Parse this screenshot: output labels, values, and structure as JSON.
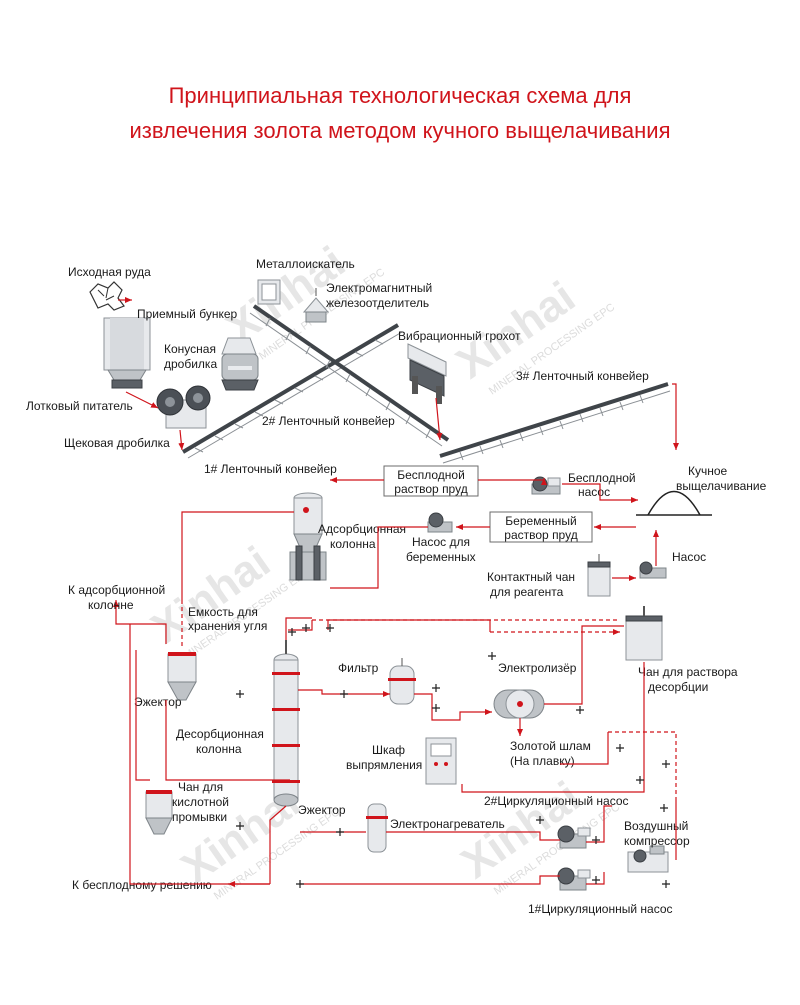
{
  "title": {
    "line1": "Принципиальная технологическая схема для",
    "line2": "извлечения золота методом кучного выщелачивания"
  },
  "colors": {
    "accent": "#d0141b",
    "flow_line": "#d0141b",
    "equipment": "#bfc3c7"
  },
  "watermark": {
    "brand": "Xinhai",
    "sub": "MINERAL PROCESSING EPC"
  },
  "labels": {
    "raw_ore": "Исходная руда",
    "metal_detector": "Металлоискатель",
    "magnetic_separator_1": "Электромагнитный",
    "magnetic_separator_2": "железоотделитель",
    "receiving_bin": "Приемный бункер",
    "cone_crusher_1": "Конусная",
    "cone_crusher_2": "дробилка",
    "vibrating_screen": "Вибрационный грохот",
    "conveyor_3": "3# Ленточный конвейер",
    "apron_feeder": "Лотковый питатель",
    "conveyor_2": "2# Ленточный конвейер",
    "jaw_crusher": "Щековая дробилка",
    "conveyor_1": "1# Ленточный конвейер",
    "barren_pond_1": "Бесплодной",
    "barren_pond_2": "раствор пруд",
    "barren_pump_1": "Бесплодной",
    "barren_pump_2": "насос",
    "heap_leach_1": "Кучное",
    "heap_leach_2": "выщелачивание",
    "adsorption_column_1": "Адсорбционная",
    "adsorption_column_2": "колонна",
    "pregnant_pond_1": "Беременный",
    "pregnant_pond_2": "раствор пруд",
    "pregnant_pump_1": "Насос для",
    "pregnant_pump_2": "беременных",
    "pump": "Насос",
    "reagent_tank_1": "Контактный чан",
    "reagent_tank_2": "для реагента",
    "to_adsorption_1": "К адсорбционной",
    "to_adsorption_2": "колонне",
    "carbon_tank_1": "Емкость для",
    "carbon_tank_2": "хранения угля",
    "desorption_tank_1": "Чан для раствора",
    "desorption_tank_2": "десорбции",
    "filter": "Фильтр",
    "electrolyzer": "Электролизёр",
    "ejector_top": "Эжектор",
    "desorption_column_1": "Десорбционная",
    "desorption_column_2": "колонна",
    "rectifier_1": "Шкаф",
    "rectifier_2": "выпрямления",
    "gold_sludge_1": "Золотой шлам",
    "gold_sludge_2": "(На плавку)",
    "acid_tank_1": "Чан для",
    "acid_tank_2": "кислотной",
    "acid_tank_3": "промывки",
    "ejector_bottom": "Эжектор",
    "circ_pump_2": "2#Циркуляционный насос",
    "electric_heater": "Электронагреватель",
    "air_compressor_1": "Воздушный",
    "air_compressor_2": "компрессор",
    "to_barren": "К бесплодному решению",
    "circ_pump_1": "1#Циркуляционный насос"
  }
}
